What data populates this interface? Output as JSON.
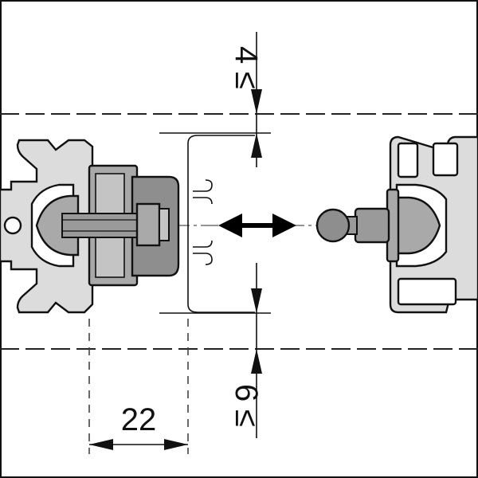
{
  "drawing": {
    "dimensions": {
      "top_gap": {
        "symbol": "≤",
        "value": "4"
      },
      "bottom_gap": {
        "symbol": "≤",
        "value": "6"
      },
      "width": {
        "value": "22"
      }
    },
    "colors": {
      "line": "#111111",
      "profile_fill": "#dcdcdc",
      "part_dark": "#8e8e8e",
      "part_mid": "#a9a9a9",
      "part_light": "#c4c4c4",
      "bolt": "#9a9a9a"
    }
  }
}
